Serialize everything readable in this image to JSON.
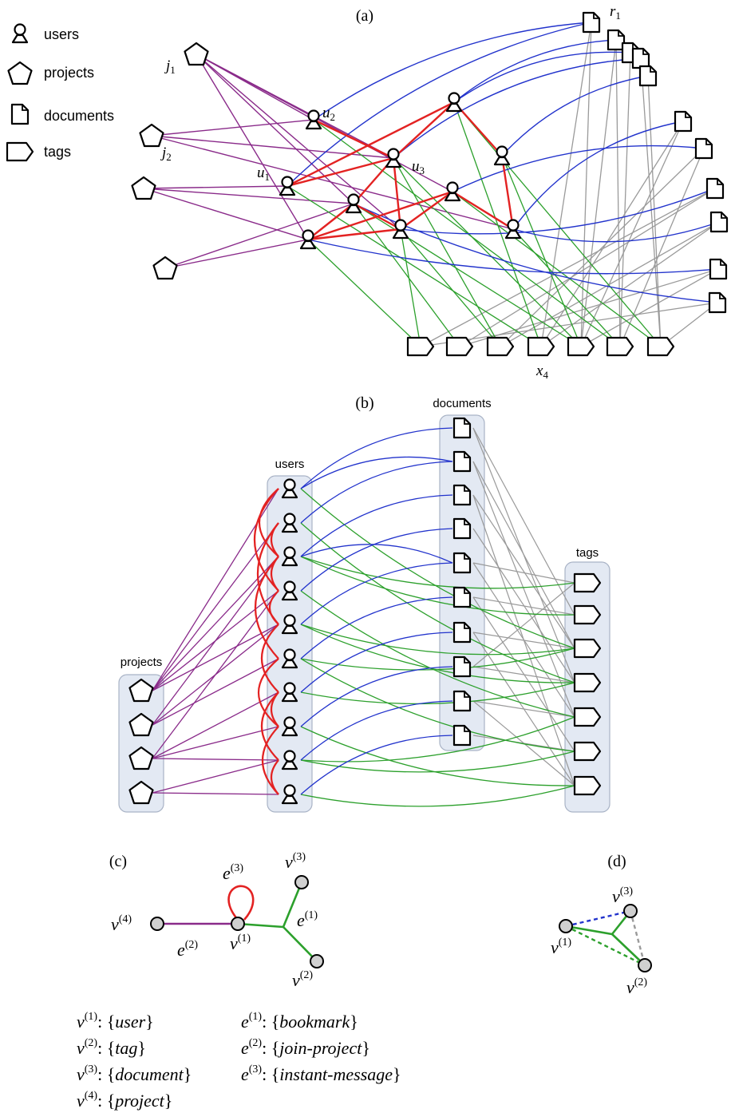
{
  "panel_labels": {
    "a": "(a)",
    "b": "(b)",
    "c": "(c)",
    "d": "(d)"
  },
  "legend": {
    "users": "users",
    "projects": "projects",
    "documents": "documents",
    "tags": "tags"
  },
  "panel_a_labels": {
    "j1": "j",
    "j1_sub": "1",
    "j2": "j",
    "j2_sub": "2",
    "u1": "u",
    "u1_sub": "1",
    "u2": "u",
    "u2_sub": "2",
    "u3": "u",
    "u3_sub": "3",
    "r1": "r",
    "r1_sub": "1",
    "x4": "x",
    "x4_sub": "4"
  },
  "panel_b_groups": {
    "projects": "projects",
    "users": "users",
    "documents": "documents",
    "tags": "tags"
  },
  "panel_c": {
    "v4": "v",
    "v4_sup": "(4)",
    "v1": "v",
    "v1_sup": "(1)",
    "v2": "v",
    "v2_sup": "(2)",
    "v3": "v",
    "v3_sup": "(3)",
    "e1": "e",
    "e1_sup": "(1)",
    "e2": "e",
    "e2_sup": "(2)",
    "e3": "e",
    "e3_sup": "(3)"
  },
  "panel_d": {
    "v1": "v",
    "v1_sup": "(1)",
    "v2": "v",
    "v2_sup": "(2)",
    "v3": "v",
    "v3_sup": "(3)"
  },
  "definitions": {
    "v1": {
      "name": "v",
      "sup": "(1)",
      "value": "user"
    },
    "v2": {
      "name": "v",
      "sup": "(2)",
      "value": "tag"
    },
    "v3": {
      "name": "v",
      "sup": "(3)",
      "value": "document"
    },
    "v4": {
      "name": "v",
      "sup": "(4)",
      "value": "project"
    },
    "e1": {
      "name": "e",
      "sup": "(1)",
      "value": "bookmark"
    },
    "e2": {
      "name": "e",
      "sup": "(2)",
      "value": "join-project"
    },
    "e3": {
      "name": "e",
      "sup": "(3)",
      "value": "instant-message"
    }
  },
  "colors": {
    "red": "#e32222",
    "green": "#2ca02c",
    "blue": "#2233cc",
    "purple": "#8a2b8a",
    "gray": "#9a9a9a",
    "panel_bg": "#e3e9f3",
    "panel_border": "#a9b3c6",
    "node_fill": "#d0d0d0"
  }
}
